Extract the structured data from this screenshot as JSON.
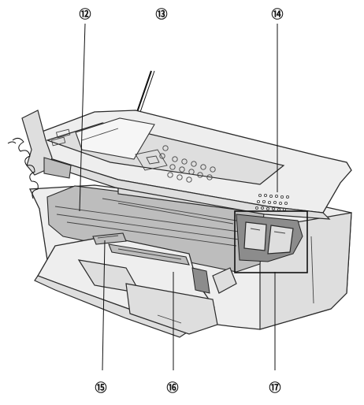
{
  "callouts": [
    {
      "id": "12",
      "glyph": "⑫"
    },
    {
      "id": "13",
      "glyph": "⑬"
    },
    {
      "id": "14",
      "glyph": "⑭"
    },
    {
      "id": "15",
      "glyph": "⑮"
    },
    {
      "id": "16",
      "glyph": "⑯"
    },
    {
      "id": "17",
      "glyph": "⑰"
    }
  ]
}
